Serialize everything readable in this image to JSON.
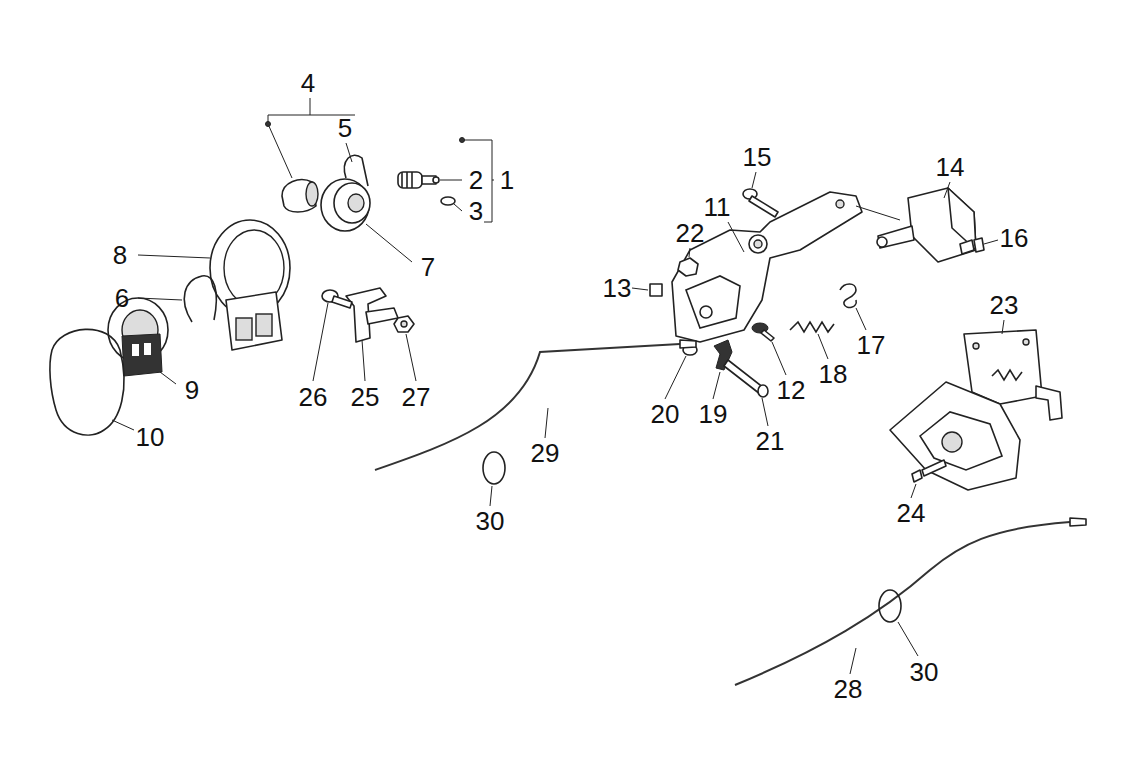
{
  "diagram": {
    "labels": [
      "4",
      "5",
      "2",
      "1",
      "3",
      "7",
      "8",
      "6",
      "9",
      "10",
      "26",
      "25",
      "27",
      "15",
      "11",
      "14",
      "22",
      "13",
      "16",
      "23",
      "17",
      "18",
      "12",
      "20",
      "19",
      "21",
      "29",
      "30",
      "24",
      "30",
      "28"
    ]
  }
}
